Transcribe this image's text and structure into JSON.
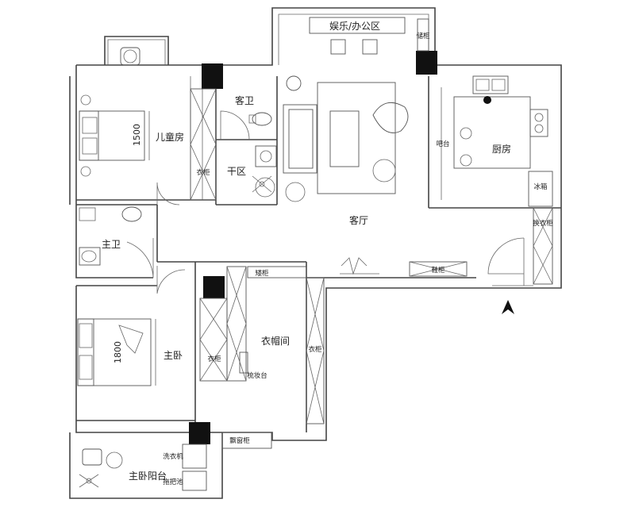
{
  "rooms": {
    "entertainment_office": "娱乐/办公区",
    "kids_room": "儿童房",
    "guest_bath": "客卫",
    "dry_zone": "干区",
    "living_room": "客厅",
    "kitchen": "厨房",
    "bar": "吧台",
    "master_bath": "主卫",
    "walk_in_closet": "衣帽间",
    "master_bedroom": "主卧",
    "master_balcony": "主卧阳台"
  },
  "fixtures": {
    "wardrobe_kids": "衣柜",
    "storage_cabinet": "储柜",
    "fridge": "冰箱",
    "shoe_change_cabinet": "换衣柜",
    "shoe_cabinet": "鞋柜",
    "tv_cabinet": "矮柜",
    "wardrobe_master": "衣柜",
    "wardrobe_closet": "衣柜",
    "vanity": "梳妆台",
    "laundry_cabinet": "飘窗柜",
    "washer": "洗衣机",
    "mop_pool": "拖把池"
  },
  "dimensions": {
    "kids_bed": "1500",
    "master_bed": "1800"
  }
}
